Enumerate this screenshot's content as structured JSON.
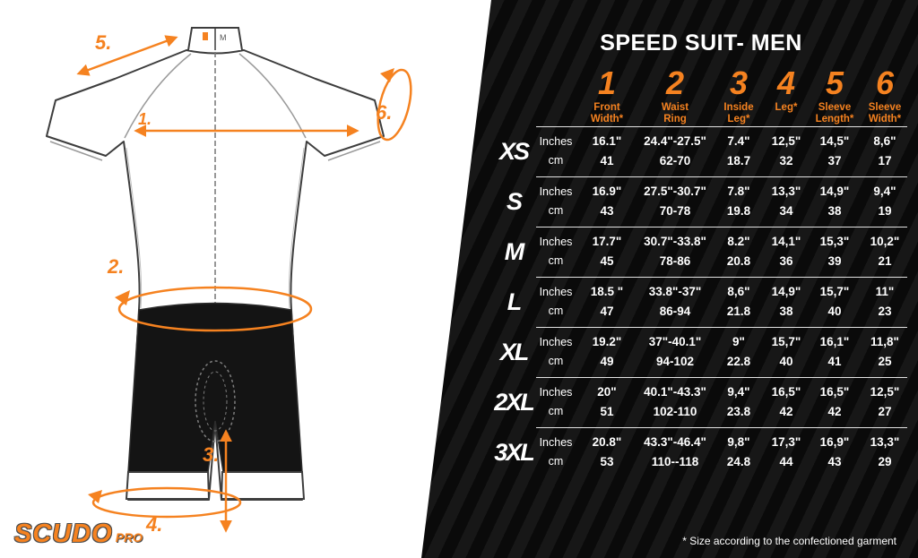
{
  "title": "SPEED SUIT- MEN",
  "footnote": "* Size according to the confectioned garment",
  "brand": {
    "name": "SCUDO",
    "suffix": "PRO"
  },
  "colors": {
    "accent": "#F58220",
    "panel_bg": "#0a0a0a",
    "stripe": "#171717",
    "text": "#ffffff"
  },
  "diagram": {
    "callouts": [
      "1.",
      "2.",
      "3.",
      "4.",
      "5.",
      "6."
    ],
    "collar_size_label": "M"
  },
  "table": {
    "unit_labels": {
      "inches": "Inches",
      "cm": "cm"
    },
    "columns": [
      {
        "num": "1",
        "label": "Front\nWidth*"
      },
      {
        "num": "2",
        "label": "Waist\nRing"
      },
      {
        "num": "3",
        "label": "Inside\nLeg*"
      },
      {
        "num": "4",
        "label": "Leg*"
      },
      {
        "num": "5",
        "label": "Sleeve\nLength*"
      },
      {
        "num": "6",
        "label": "Sleeve\nWidth*"
      }
    ],
    "rows": [
      {
        "size": "XS",
        "inches": [
          "16.1\"",
          "24.4\"-27.5\"",
          "7.4\"",
          "12,5\"",
          "14,5\"",
          "8,6\""
        ],
        "cm": [
          "41",
          "62-70",
          "18.7",
          "32",
          "37",
          "17"
        ]
      },
      {
        "size": "S",
        "inches": [
          "16.9\"",
          "27.5\"-30.7\"",
          "7.8\"",
          "13,3\"",
          "14,9\"",
          "9,4\""
        ],
        "cm": [
          "43",
          "70-78",
          "19.8",
          "34",
          "38",
          "19"
        ]
      },
      {
        "size": "M",
        "inches": [
          "17.7\"",
          "30.7\"-33.8\"",
          "8.2\"",
          "14,1\"",
          "15,3\"",
          "10,2\""
        ],
        "cm": [
          "45",
          "78-86",
          "20.8",
          "36",
          "39",
          "21"
        ]
      },
      {
        "size": "L",
        "inches": [
          "18.5 \"",
          "33.8\"-37\"",
          "8,6\"",
          "14,9\"",
          "15,7\"",
          "11\""
        ],
        "cm": [
          "47",
          "86-94",
          "21.8",
          "38",
          "40",
          "23"
        ]
      },
      {
        "size": "XL",
        "inches": [
          "19.2\"",
          "37\"-40.1\"",
          "9\"",
          "15,7\"",
          "16,1\"",
          "11,8\""
        ],
        "cm": [
          "49",
          "94-102",
          "22.8",
          "40",
          "41",
          "25"
        ]
      },
      {
        "size": "2XL",
        "inches": [
          "20\"",
          "40.1\"-43.3\"",
          "9,4\"",
          "16,5\"",
          "16,5\"",
          "12,5\""
        ],
        "cm": [
          "51",
          "102-110",
          "23.8",
          "42",
          "42",
          "27"
        ]
      },
      {
        "size": "3XL",
        "inches": [
          "20.8\"",
          "43.3\"-46.4\"",
          "9,8\"",
          "17,3\"",
          "16,9\"",
          "13,3\""
        ],
        "cm": [
          "53",
          "110--118",
          "24.8",
          "44",
          "43",
          "29"
        ]
      }
    ]
  }
}
